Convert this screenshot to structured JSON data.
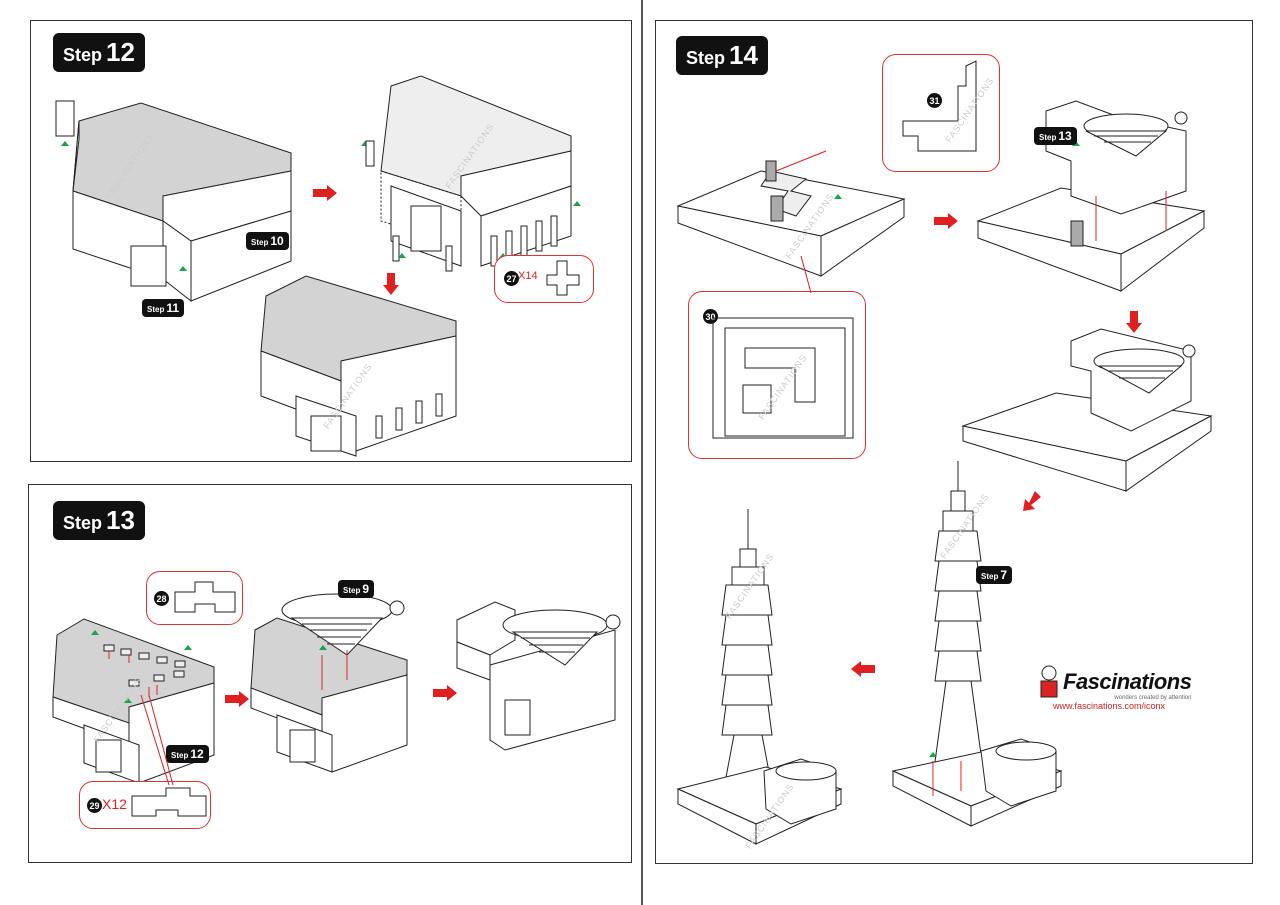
{
  "steps": {
    "s12": {
      "word": "Step",
      "num": "12"
    },
    "s13": {
      "word": "Step",
      "num": "13"
    },
    "s14": {
      "word": "Step",
      "num": "14"
    }
  },
  "refs": {
    "r10": {
      "word": "Step",
      "num": "10"
    },
    "r11": {
      "word": "Step",
      "num": "11"
    },
    "r9": {
      "word": "Step",
      "num": "9"
    },
    "r12": {
      "word": "Step",
      "num": "12"
    },
    "r13": {
      "word": "Step",
      "num": "13"
    },
    "r7": {
      "word": "Step",
      "num": "7"
    }
  },
  "parts": {
    "p27": {
      "num": "27",
      "qty": "X14"
    },
    "p28": {
      "num": "28"
    },
    "p29": {
      "num": "29",
      "qty": "X12"
    },
    "p30": {
      "num": "30"
    },
    "p31": {
      "num": "31"
    }
  },
  "brand": {
    "name": "Fascinations",
    "tagline": "wonders created by attention",
    "url": "www.fascinations.com/iconx"
  },
  "watermark": "FASCINATIONS",
  "colors": {
    "arrow": "#e02020",
    "accent_green": "#1aa34a",
    "callout": "#d33"
  }
}
